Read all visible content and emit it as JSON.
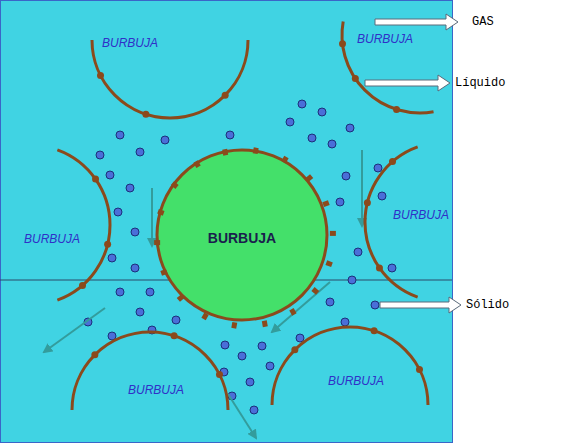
{
  "diagram": {
    "nodes": [
      {
        "text": [
          "BURBUJA"
        ]
      },
      {
        "text": [
          "BURBUJA"
        ]
      },
      {
        "text": [
          "BURBUJA"
        ]
      },
      {
        "text": [
          "BURBUJA"
        ]
      },
      {
        "text": [
          "BURBUJA"
        ]
      },
      {
        "text": [
          "BURBUJA"
        ]
      },
      {
        "text": [
          "BURBUJA"
        ]
      }
    ],
    "labels": [
      "GAS",
      "Líquido",
      "Sólido"
    ]
  }
}
